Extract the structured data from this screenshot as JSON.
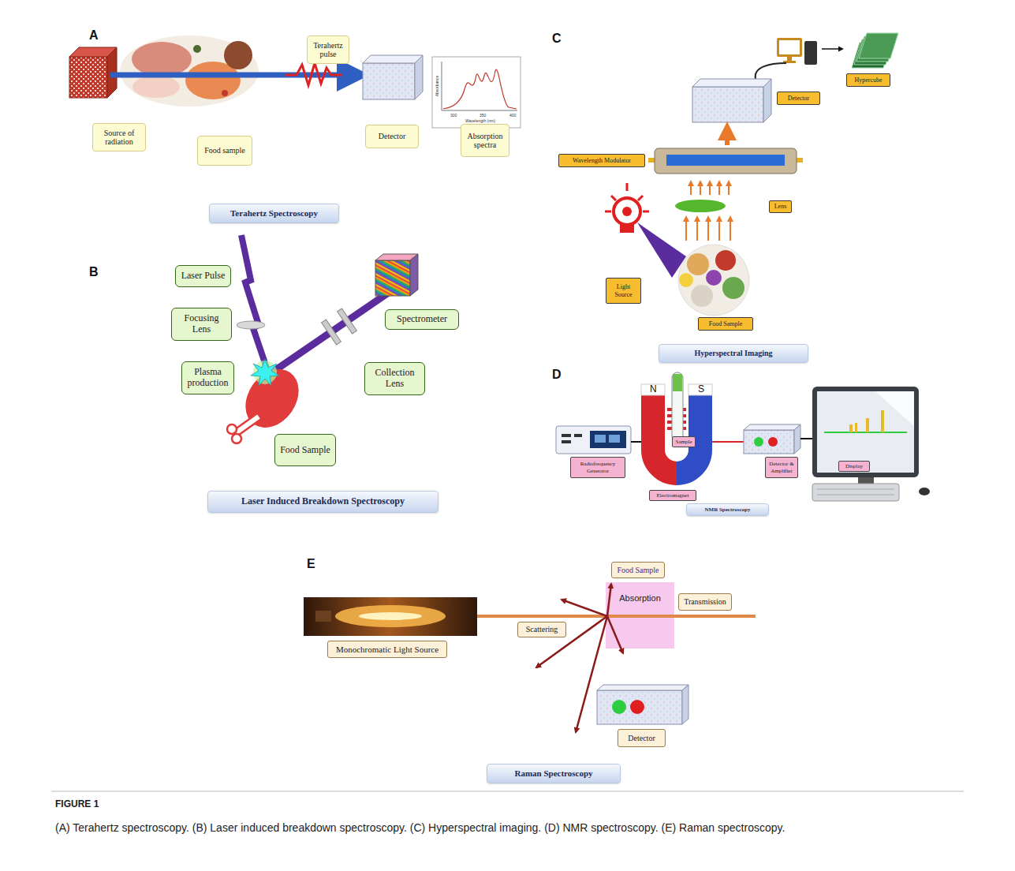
{
  "diagram": {
    "caption": "(A) Terahertz spectroscopy. (B) Laser induced breakdown spectroscopy. (C) Hyperspectral imaging. (D) NMR spectroscopy. (E) Raman spectroscopy.",
    "nodes": [
      {
        "text": [
          "Terahertz pulse"
        ]
      },
      {
        "text": [
          "Source of radiation"
        ]
      },
      {
        "text": [
          "Food sample"
        ]
      },
      {
        "text": [
          "Detector"
        ]
      },
      {
        "text": [
          "Absorption spectra"
        ]
      },
      {
        "text": [
          "Terahertz Spectroscopy"
        ]
      },
      {
        "text": [
          "Laser Pulse"
        ]
      },
      {
        "text": [
          "Focusing Lens"
        ]
      },
      {
        "text": [
          "Plasma production"
        ]
      },
      {
        "text": [
          "Spectrometer"
        ]
      },
      {
        "text": [
          "Collection Lens"
        ]
      },
      {
        "text": [
          "Food Sample"
        ]
      },
      {
        "text": [
          "Laser Induced Breakdown Spectroscopy"
        ]
      },
      {
        "text": [
          "Hypercube"
        ]
      },
      {
        "text": [
          "Detector"
        ]
      },
      {
        "text": [
          "Wavelength Modulator"
        ]
      },
      {
        "text": [
          "Lens"
        ]
      },
      {
        "text": [
          "Light Source"
        ]
      },
      {
        "text": [
          "Food Sample"
        ]
      },
      {
        "text": [
          "Hyperspectral Imaging"
        ]
      },
      {
        "text": [
          "Radiofrequency Generator"
        ]
      },
      {
        "text": [
          "Sample"
        ]
      },
      {
        "text": [
          "Electromagnet"
        ]
      },
      {
        "text": [
          "Detector & Amplifier"
        ]
      },
      {
        "text": [
          "Display"
        ]
      },
      {
        "text": [
          "NMR Spectroscopy"
        ]
      },
      {
        "text": [
          "Food Sample"
        ]
      },
      {
        "text": [
          "Absorption"
        ]
      },
      {
        "text": [
          "Transmission"
        ]
      },
      {
        "text": [
          "Scattering"
        ]
      },
      {
        "text": [
          "Monochromatic Light Source"
        ]
      },
      {
        "text": [
          "Detector"
        ]
      },
      {
        "text": [
          "Raman Spectroscopy"
        ]
      }
    ],
    "labels": [
      "A",
      "B",
      "C",
      "D",
      "E",
      "N",
      "S",
      "Absorbance",
      "Wavelength (nm)",
      "300",
      "350",
      "400",
      "FIGURE 1"
    ]
  }
}
